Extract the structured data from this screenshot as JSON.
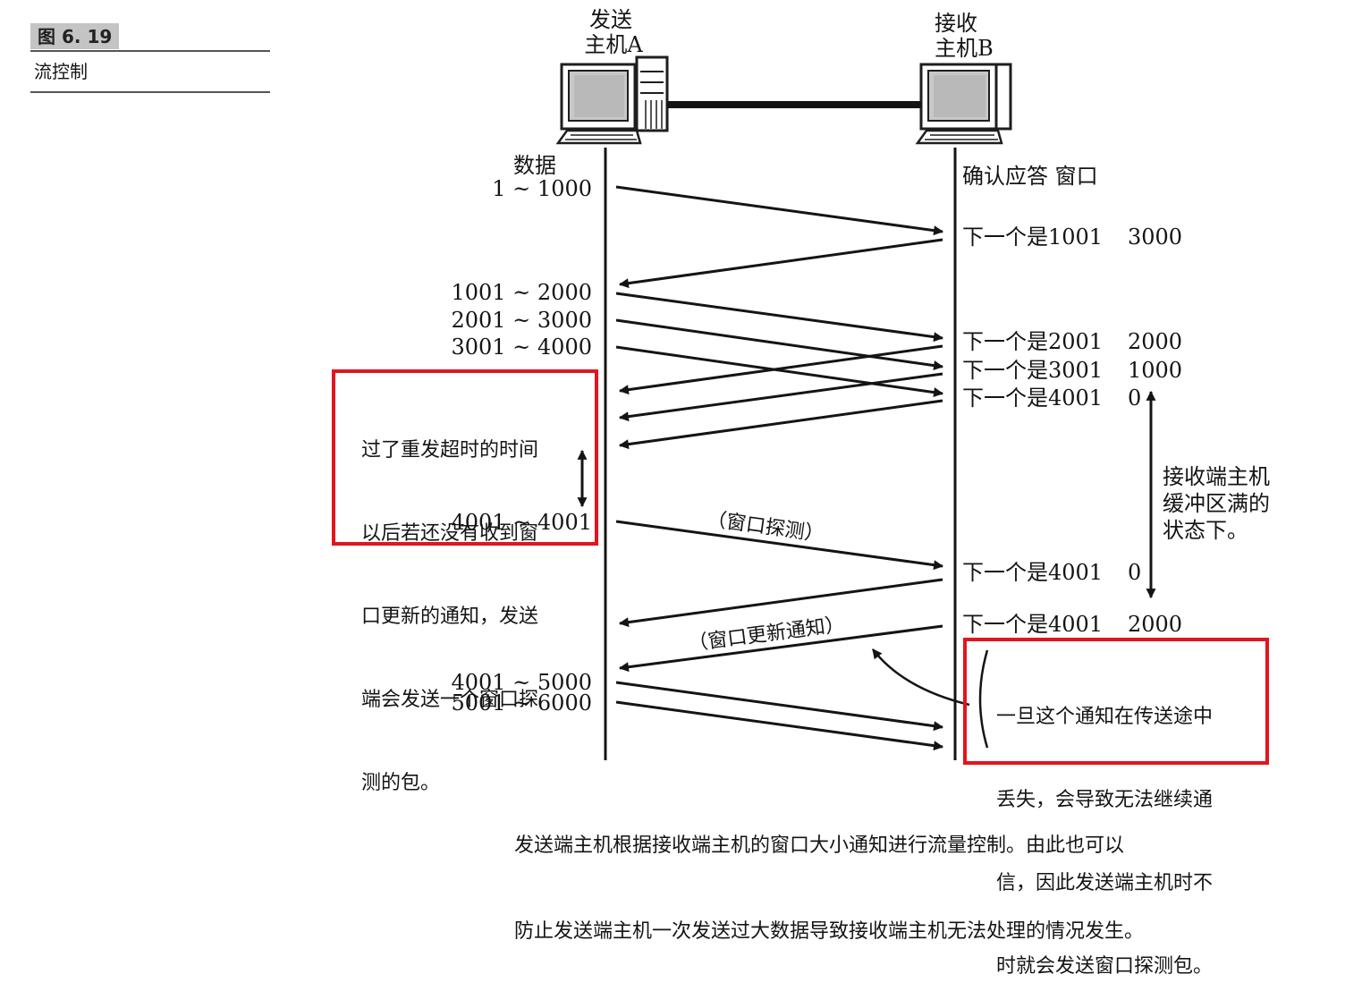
{
  "figure": {
    "number": "图 6. 19",
    "title": "流控制"
  },
  "hosts": {
    "sender": {
      "lines": [
        "发送",
        "主机A"
      ]
    },
    "receiver": {
      "lines": [
        "接收",
        "主机B"
      ]
    }
  },
  "column_headers": {
    "sender": "数据",
    "receiver": "确认应答 窗口"
  },
  "sender_labels": [
    "1 ~ 1000",
    "1001 ~ 2000",
    "2001 ~ 3000",
    "3001 ~ 4000",
    "4001 ~ 4001",
    "4001 ~ 5000",
    "5001 ~ 6000"
  ],
  "receiver_acks": [
    {
      "ack": "下一个是1001",
      "window": "3000"
    },
    {
      "ack": "下一个是2001",
      "window": "2000"
    },
    {
      "ack": "下一个是3001",
      "window": "1000"
    },
    {
      "ack": "下一个是4001",
      "window": "0"
    },
    {
      "ack": "下一个是4001",
      "window": "0"
    },
    {
      "ack": "下一个是4001",
      "window": "2000"
    }
  ],
  "arrow_labels": {
    "window_probe": "（窗口探测）",
    "window_update": "（窗口更新通知）"
  },
  "buffer_note": [
    "接收端主机",
    "缓冲区满的",
    "状态下。"
  ],
  "notes": {
    "probe": [
      "过了重发超时的时间",
      "以后若还没有收到窗",
      "口更新的通知，发送",
      "端会发送一个窗口探",
      "测的包。"
    ],
    "loss": [
      "一旦这个通知在传送途中",
      "丢失，会导致无法继续通",
      "信，因此发送端主机时不",
      "时就会发送窗口探测包。"
    ]
  },
  "caption": [
    "发送端主机根据接收端主机的窗口大小通知进行流量控制。由此也可以",
    "防止发送端主机一次发送过大数据导致接收端主机无法处理的情况发生。"
  ],
  "colors": {
    "highlight_box": "#e3141c",
    "ink": "#141414",
    "figure_number_bg": "#c4c4c4"
  }
}
